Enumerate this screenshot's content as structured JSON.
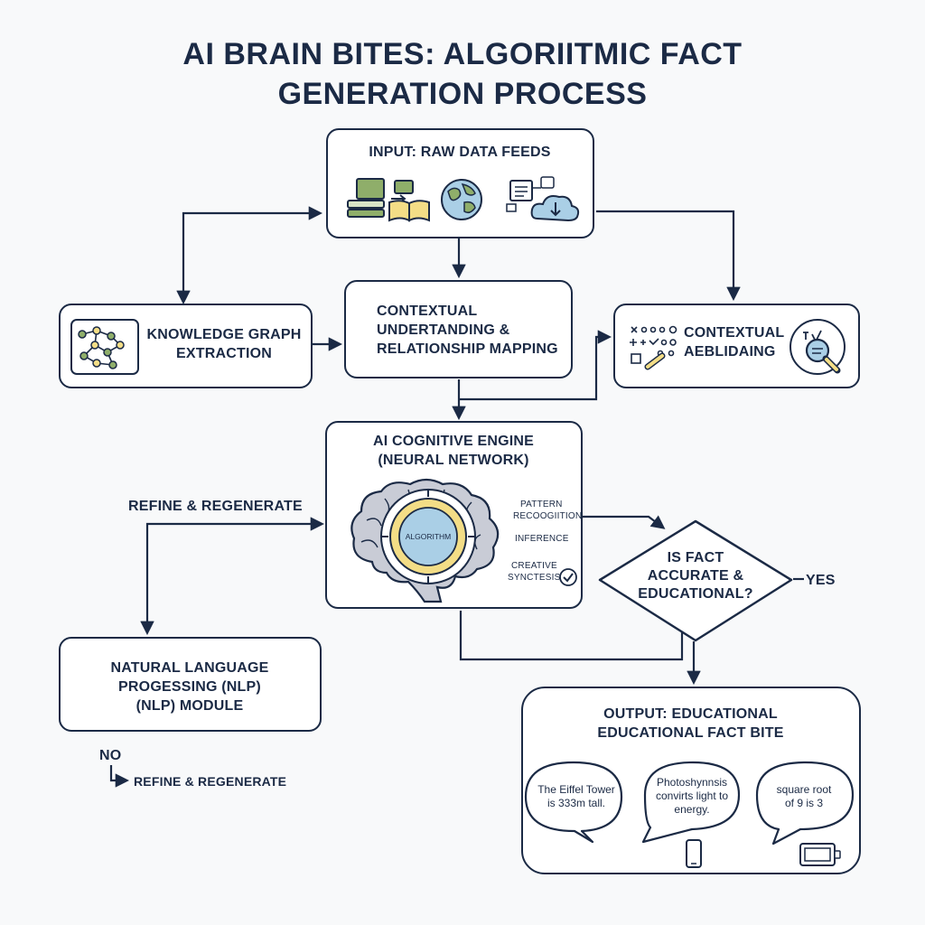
{
  "title": {
    "line1": "AI BRAIN BITES: ALGORIITMIC FACT",
    "line2": "GENERATION PROCESS"
  },
  "input": {
    "label": "INPUT: RAW DATA FEEDS"
  },
  "knowledge_graph": {
    "line1": "KNOWLEDGE GRAPH",
    "line2": "EXTRACTION"
  },
  "contextual_understanding": {
    "line1": "CONTEXTUAL",
    "line2": "UNDERTANDING &",
    "line3": "RELATIONSHIP MAPPING"
  },
  "contextual_aeblidaing": {
    "line1": "CONTEXTUAL",
    "line2": "AEBLIDAING"
  },
  "engine": {
    "line1": "AI COGNITIVE ENGINE",
    "line2": "(NEURAL NETWORK)",
    "core_label": "ALGORITHM",
    "pattern_line1": "PATTERN",
    "pattern_line2": "RECOOGIITION",
    "inference": "INFERENCE",
    "creative_line1": "CREATIVE",
    "creative_line2": "SYNCTESIS"
  },
  "refine_label": "REFINE & REGENERATE",
  "decision": {
    "line1": "IS FACT",
    "line2": "ACCURATE &",
    "line3": "EDUCATIONAL?",
    "yes": "YES"
  },
  "nlp": {
    "line1": "NATURAL LANGUAGE",
    "line2": "PROGESSING (NLP)",
    "line3": "(NLP) MODULE"
  },
  "no_branch": {
    "no": "NO",
    "refine": "REFINE & REGENERATE"
  },
  "output": {
    "line1": "OUTPUT: EDUCATIONAL",
    "line2": "EDUCATIONAL FACT BITE",
    "bubble1_line1": "The Eiffel Tower",
    "bubble1_line2": "is 333m tall.",
    "bubble2_line1": "Photoshynnsis",
    "bubble2_line2": "convirts light to",
    "bubble2_line3": "energy.",
    "bubble3_line1": "square root",
    "bubble3_line2": "of 9 is 3"
  },
  "colors": {
    "navy": "#1b2a45",
    "green": "#8fae6a",
    "yellow": "#f3dd86",
    "blue": "#aacfe6",
    "brain_gray": "#c9ccd6"
  }
}
